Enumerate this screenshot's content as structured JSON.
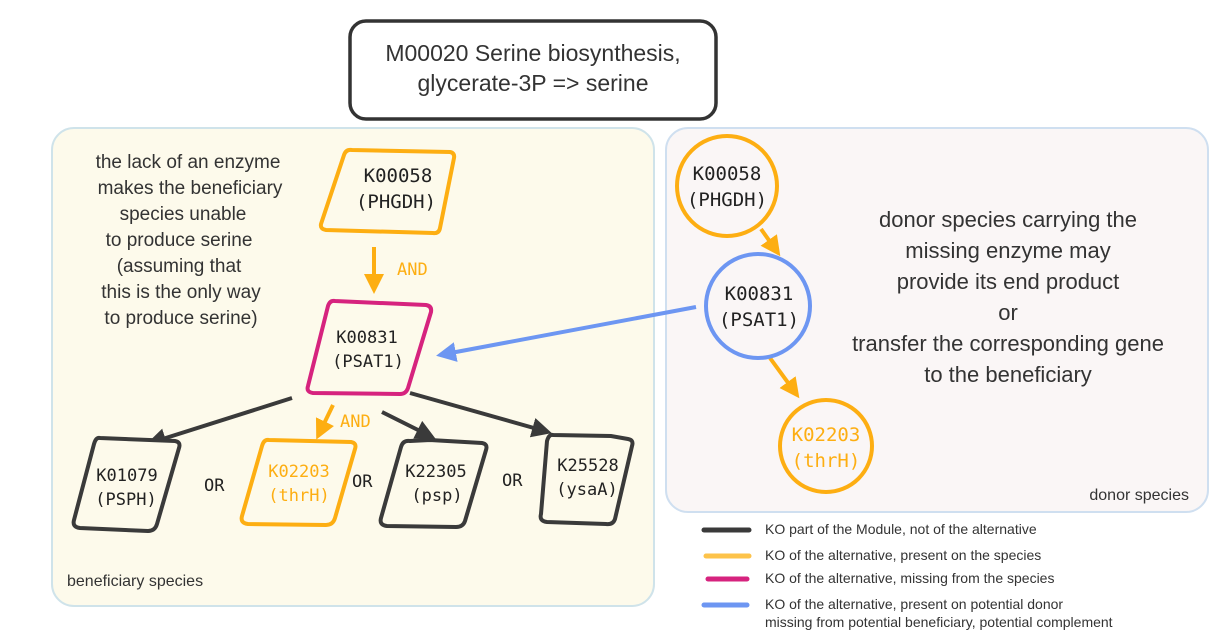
{
  "title": {
    "lines": [
      "M00020 Serine biosynthesis,",
      "glycerate-3P => serine"
    ]
  },
  "colors": {
    "module": "#3a3a3a",
    "present": "#fdae12",
    "missing": "#d6237e",
    "donor": "#6d96f2",
    "beneficiary_bg": "#fdfaeb",
    "donor_bg": "#faf6f6",
    "panel_border": "#cfe3ea"
  },
  "beneficiary": {
    "label": "beneficiary species",
    "note_lines": [
      "the lack of an enzyme",
      "makes the beneficiary",
      "species unable",
      "to produce serine",
      "(assuming that",
      "this is the only way",
      "to produce serine)"
    ],
    "nodes": [
      {
        "id": "K00058",
        "gene": "(PHGDH)",
        "status": "present"
      },
      {
        "id": "K00831",
        "gene": "(PSAT1)",
        "status": "missing"
      },
      {
        "id": "K01079",
        "gene": "(PSPH)",
        "status": "module"
      },
      {
        "id": "K02203",
        "gene": "(thrH)",
        "status": "present"
      },
      {
        "id": "K22305",
        "gene": "(psp)",
        "status": "module"
      },
      {
        "id": "K25528",
        "gene": "(ysaA)",
        "status": "module"
      }
    ],
    "connectors": {
      "and_top": "AND",
      "and_bottom": "AND",
      "or": [
        "OR",
        "OR",
        "OR"
      ]
    }
  },
  "donor": {
    "label": "donor species",
    "note_lines": [
      "donor species carrying the",
      "missing enzyme may",
      "provide its end product",
      "or",
      "transfer the corresponding gene",
      "to the beneficiary"
    ],
    "nodes": [
      {
        "id": "K00058",
        "gene": "(PHGDH)",
        "status": "present"
      },
      {
        "id": "K00831",
        "gene": "(PSAT1)",
        "status": "donor"
      },
      {
        "id": "K02203",
        "gene": "(thrH)",
        "status": "present"
      }
    ]
  },
  "legend": [
    {
      "status": "module",
      "lines": [
        "KO part of the Module, not of the alternative"
      ]
    },
    {
      "status": "present",
      "lines": [
        "KO of the alternative, present on the species"
      ]
    },
    {
      "status": "missing",
      "lines": [
        "KO of the alternative, missing from the species"
      ]
    },
    {
      "status": "donor",
      "lines": [
        "KO of the alternative, present on potential donor",
        "missing from potential beneficiary, potential complement"
      ]
    }
  ]
}
